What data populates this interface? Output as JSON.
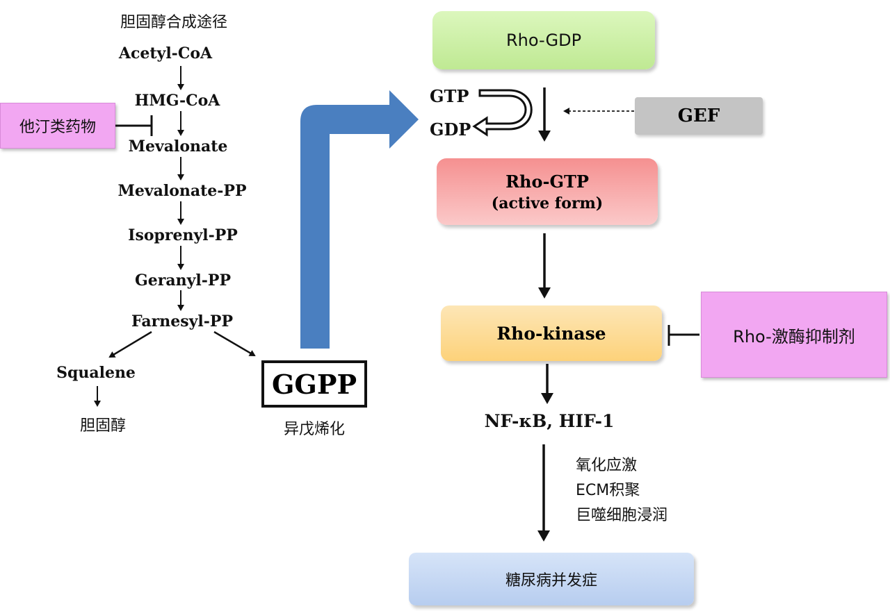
{
  "left_pathway": {
    "title": "胆固醇合成途径",
    "steps": [
      "Acetyl-CoA",
      "HMG-CoA",
      "Mevalonate",
      "Mevalonate-PP",
      "Isoprenyl-PP",
      "Geranyl-PP",
      "Farnesyl-PP"
    ],
    "squalene": "Squalene",
    "cholesterol": "胆固醇",
    "ggpp": "GGPP",
    "prenylation": "异戊烯化",
    "statin": "他汀类药物"
  },
  "right_pathway": {
    "rho_gdp": "Rho-GDP",
    "gtp": "GTP",
    "gdp": "GDP",
    "gef": "GEF",
    "rho_gtp": "Rho-GTP",
    "rho_gtp_sub": "(active form)",
    "rho_kinase": "Rho-kinase",
    "rho_inhibitor": "Rho-激酶抑制剂",
    "nfkb": "NF-κB, HIF-1",
    "effects": [
      "氧化应激",
      "ECM积聚",
      "巨噬细胞浸润"
    ],
    "complication": "糖尿病并发症"
  },
  "colors": {
    "rho_gdp_fill": "#c9ef9c",
    "rho_gtp_fill": "#f58080",
    "rho_kinase_fill": "#fde0a0",
    "gef_fill": "#c4c4c4",
    "pink_fill": "#f2a7f2",
    "complication_fill": "#bcd3f3",
    "big_arrow": "#4a7fc0"
  }
}
